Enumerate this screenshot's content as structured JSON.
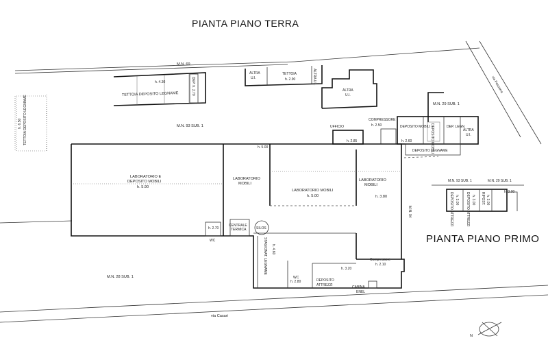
{
  "titles": {
    "ground_floor": "PIANTA PIANO TERRA",
    "first_floor": "PIANTA PIANO PRIMO"
  },
  "parcels": {
    "mn69": "M.N. 69",
    "mn93_sub1": "M.N. 93 SUB. 1",
    "mn28_sub1": "M.N. 28 SUB. 1",
    "mn29_sub1": "M.N. 29 SUB. 1",
    "mn93_sub1_first": "M.N. 93 SUB. 1",
    "mn29_sub1_first": "M.N. 29 SUB. 1",
    "mn94": "M.N. 94"
  },
  "streets": {
    "via_casari": "via Casari",
    "via_passarra": "via Passarra"
  },
  "rooms": {
    "tettoia_legname_top": "TETTOIA DEPOSITO LEGNAME",
    "h430": "h. 4.30",
    "dep_h270": "DEP. h. 2.70",
    "tettoia_left": "TETTOIA DEPOSITO LEGNAME",
    "h650": "h. 6.50",
    "altra_ui_1": "ALTRA",
    "ui_1": "U.I.",
    "tettoia": "TETTOIA",
    "h290": "h. 2.90",
    "altra_ui_2": "ALTRA U.I.",
    "altra_big": "ALTRA",
    "ui_big": "U.I.",
    "ufficio": "UFFICIO",
    "h285": "h. 2.85",
    "compressore_top": "COMPRESSORE",
    "h250": "h. 2.50",
    "deposito_mobili": "DEPOSITO MOBILI",
    "h260": "h. 2.60",
    "dep_mob_v": "DEPOSITO MOBILI",
    "dep_legn_v": "DEP. LEGN.",
    "altra_ui_3": "ALTRA",
    "ui_3": "U.I.",
    "deposito_legname": "DEPOSITO LEGNAME",
    "h500": "h. 5.00",
    "lab_deposito": "LABORATORIO E",
    "lab_deposito2": "DEPOSITO MOBILI",
    "h590": "h. 5.90",
    "lab_mobili_a": "LABORATORIO",
    "lab_mobili_a2": "MOBILI",
    "lab_mobili_b": "LABORATORIO MOBILI",
    "h500b": "h. 5.00",
    "lab_mobili_c": "LABORATORIO",
    "lab_mobili_c2": "MOBILI",
    "h380": "h. 3.80",
    "h270b": "h. 2.70",
    "centrale_termica": "CENTRALE",
    "centrale_termica2": "TERMICA",
    "silos": "SILOS",
    "wc1": "WC",
    "stagionat_legname": "STAGIONAT. LEGNAME",
    "h460": "h. 4.60",
    "wc2": "WC",
    "h280": "h. 2.80",
    "h320": "h. 3.20",
    "deposito_attrezzi": "DEPOSITO",
    "deposito_attrezzi2": "ATTREZZI",
    "compressore_bottom": "Compressore",
    "h210": "h. 2.10",
    "cabina_enel": "CABINA",
    "cabina_enel2": "ENEL",
    "attrezzi_1": "DEPOSITO ATTREZZI",
    "attrezzi_h": "h. 3.00",
    "attrezzi_2": "DEPOSITO ATTREZZI",
    "attrezzi_2h": "h. 3.00",
    "ripost": "RIPOST.",
    "ripost_h": "h. 3.00",
    "h300": "h. 3.00"
  },
  "north_mark": "N"
}
